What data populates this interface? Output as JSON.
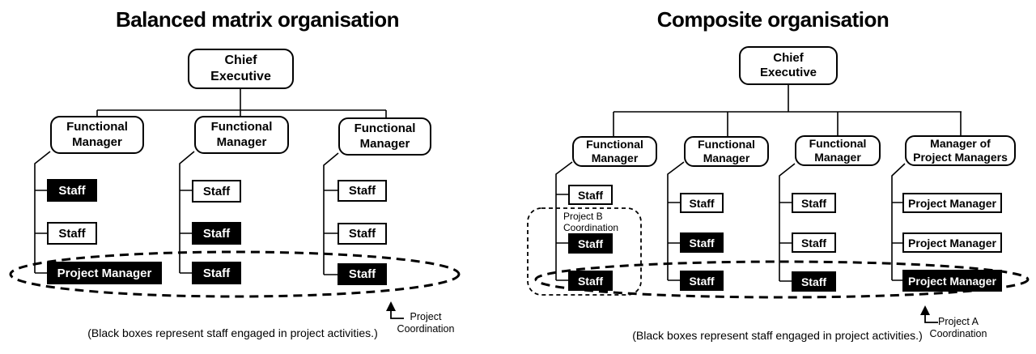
{
  "page": {
    "background": "#ffffff",
    "ink": "#000000"
  },
  "charts": [
    {
      "title": "Balanced matrix organisation",
      "chief_executive": "Chief\nExecutive",
      "columns": [
        {
          "manager": "Functional\nManager",
          "boxes": [
            {
              "label": "Staff",
              "filled": true
            },
            {
              "label": "Staff",
              "filled": false
            },
            {
              "label": "Project Manager",
              "filled": true
            }
          ]
        },
        {
          "manager": "Functional\nManager",
          "boxes": [
            {
              "label": "Staff",
              "filled": false
            },
            {
              "label": "Staff",
              "filled": true
            },
            {
              "label": "Staff",
              "filled": true
            }
          ]
        },
        {
          "manager": "Functional\nManager",
          "boxes": [
            {
              "label": "Staff",
              "filled": false
            },
            {
              "label": "Staff",
              "filled": false
            },
            {
              "label": "Staff",
              "filled": true
            }
          ]
        }
      ],
      "coordination_label": "Project\nCoordination",
      "note": "(Black boxes represent staff engaged in project activities.)"
    },
    {
      "title": "Composite organisation",
      "chief_executive": "Chief\nExecutive",
      "columns": [
        {
          "manager": "Functional\nManager",
          "boxes": [
            {
              "label": "Staff",
              "filled": false
            },
            {
              "label": "Staff",
              "filled": true
            },
            {
              "label": "Staff",
              "filled": true
            }
          ]
        },
        {
          "manager": "Functional\nManager",
          "boxes": [
            {
              "label": "Staff",
              "filled": false
            },
            {
              "label": "Staff",
              "filled": true
            },
            {
              "label": "Staff",
              "filled": true
            }
          ]
        },
        {
          "manager": "Functional\nManager",
          "boxes": [
            {
              "label": "Staff",
              "filled": false
            },
            {
              "label": "Staff",
              "filled": false
            },
            {
              "label": "Staff",
              "filled": true
            }
          ]
        },
        {
          "manager": "Manager of\nProject Managers",
          "boxes": [
            {
              "label": "Project Manager",
              "filled": false
            },
            {
              "label": "Project Manager",
              "filled": false
            },
            {
              "label": "Project Manager",
              "filled": true
            }
          ]
        }
      ],
      "project_b_label": "Project B\nCoordination",
      "coordination_label": "Project A\nCoordination",
      "note": "(Black boxes represent staff engaged in project activities.)"
    }
  ]
}
